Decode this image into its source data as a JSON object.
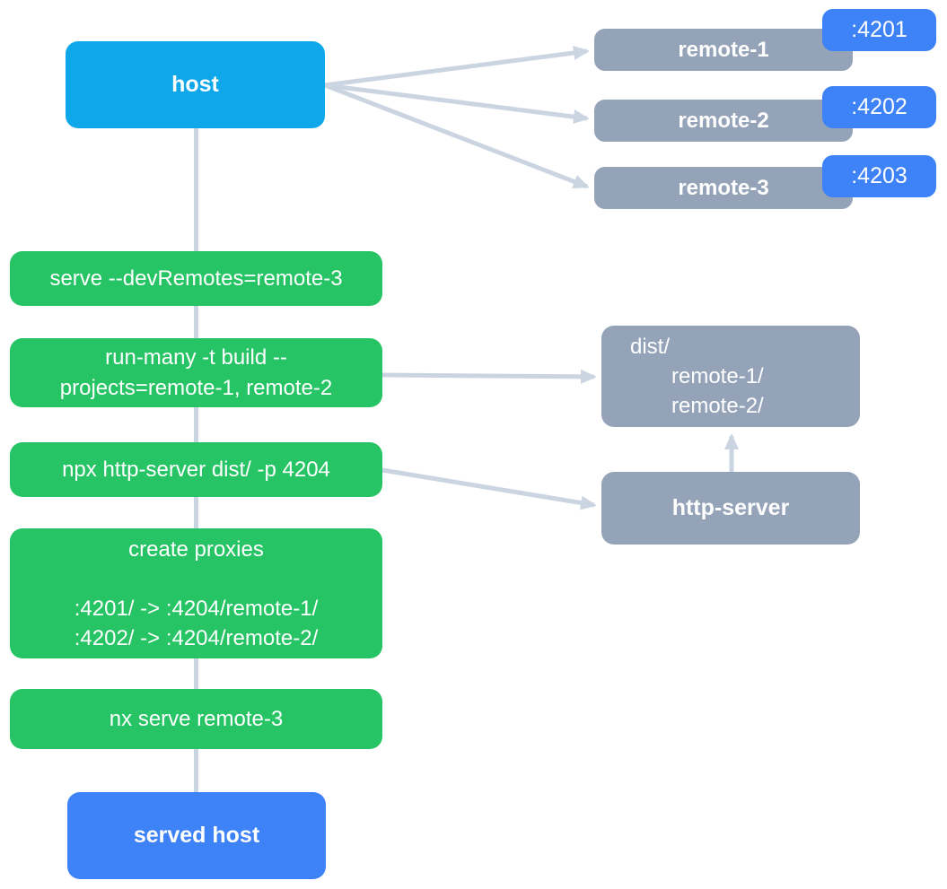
{
  "colors": {
    "host_box": "#0ea7ea",
    "command_box": "#26c464",
    "remote_box": "#94a3b8",
    "port_badge": "#3d82f6",
    "served_host_box": "#3d82f6",
    "arrow": "#cbd5e1",
    "text": "#ffffff"
  },
  "host": {
    "label": "host"
  },
  "remotes": [
    {
      "name": "remote-1",
      "port": ":4201"
    },
    {
      "name": "remote-2",
      "port": ":4202"
    },
    {
      "name": "remote-3",
      "port": ":4203"
    }
  ],
  "commands": {
    "serve": "serve --devRemotes=remote-3",
    "run_many_line1": "run-many -t build --",
    "run_many_line2": "projects=remote-1, remote-2",
    "http_server": "npx http-server dist/ -p 4204",
    "proxies_title": "create proxies",
    "proxy_1": ":4201/ -> :4204/remote-1/",
    "proxy_2": ":4202/ -> :4204/remote-2/",
    "nx_serve": "nx serve remote-3"
  },
  "dist": {
    "line1": "dist/",
    "line2": "remote-1/",
    "line3": "remote-2/"
  },
  "http_server_box": {
    "label": "http-server"
  },
  "served_host": {
    "label": "served host"
  }
}
